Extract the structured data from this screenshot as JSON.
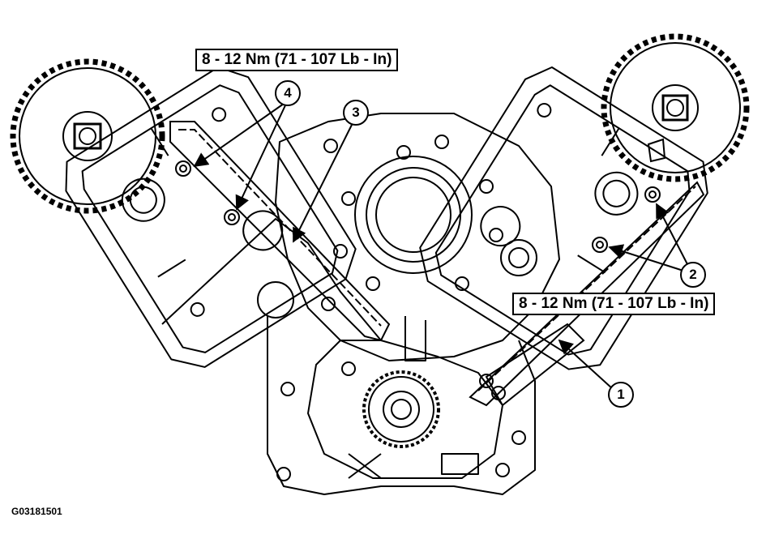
{
  "torque_specs": {
    "top": "8 - 12 Nm (71 - 107 Lb - In)",
    "right": "8 - 12 Nm (71 - 107 Lb - In)"
  },
  "callouts": {
    "one": "1",
    "two": "2",
    "three": "3",
    "four": "4"
  },
  "figure_id": "G03181501"
}
